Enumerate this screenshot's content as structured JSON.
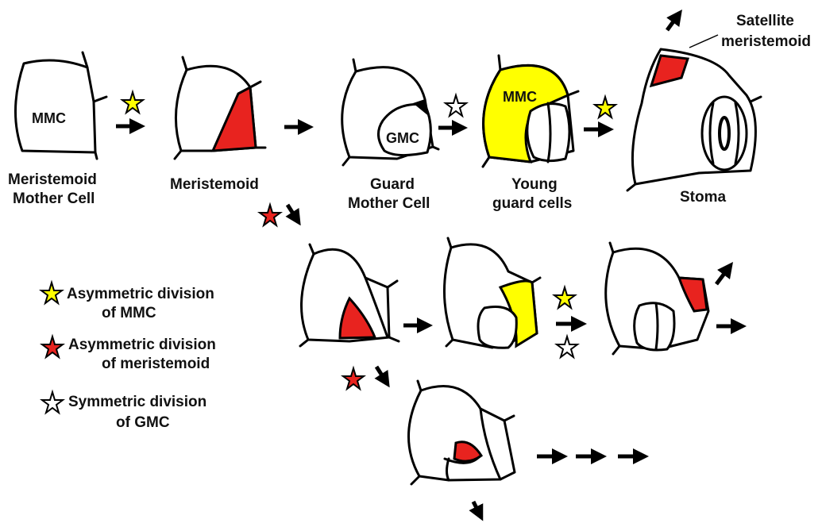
{
  "colors": {
    "mmc_yellow": "#ffff00",
    "meristemoid_red": "#e8231f",
    "outline": "#000000",
    "star_yellow": "#ffff00",
    "star_red": "#e8231f",
    "star_white": "#ffffff"
  },
  "labels": {
    "mmc_cell_text": "MMC",
    "mmc_line1": "Meristemoid",
    "mmc_line2": "Mother Cell",
    "meristemoid": "Meristemoid",
    "gmc_cell_text": "GMC",
    "gmc_line1": "Guard",
    "gmc_line2": "Mother Cell",
    "mmc_cell_text_2": "MMC",
    "young_line1": "Young",
    "young_line2": "guard cells",
    "stoma": "Stoma",
    "satellite_line1": "Satellite",
    "satellite_line2": "meristemoid"
  },
  "legend": [
    {
      "star": "yellow",
      "line1": "Asymmetric division",
      "line2": "of MMC"
    },
    {
      "star": "red",
      "line1": "Asymmetric division",
      "line2": "of meristemoid"
    },
    {
      "star": "white",
      "line1": "Symmetric division",
      "line2": "of GMC"
    }
  ]
}
